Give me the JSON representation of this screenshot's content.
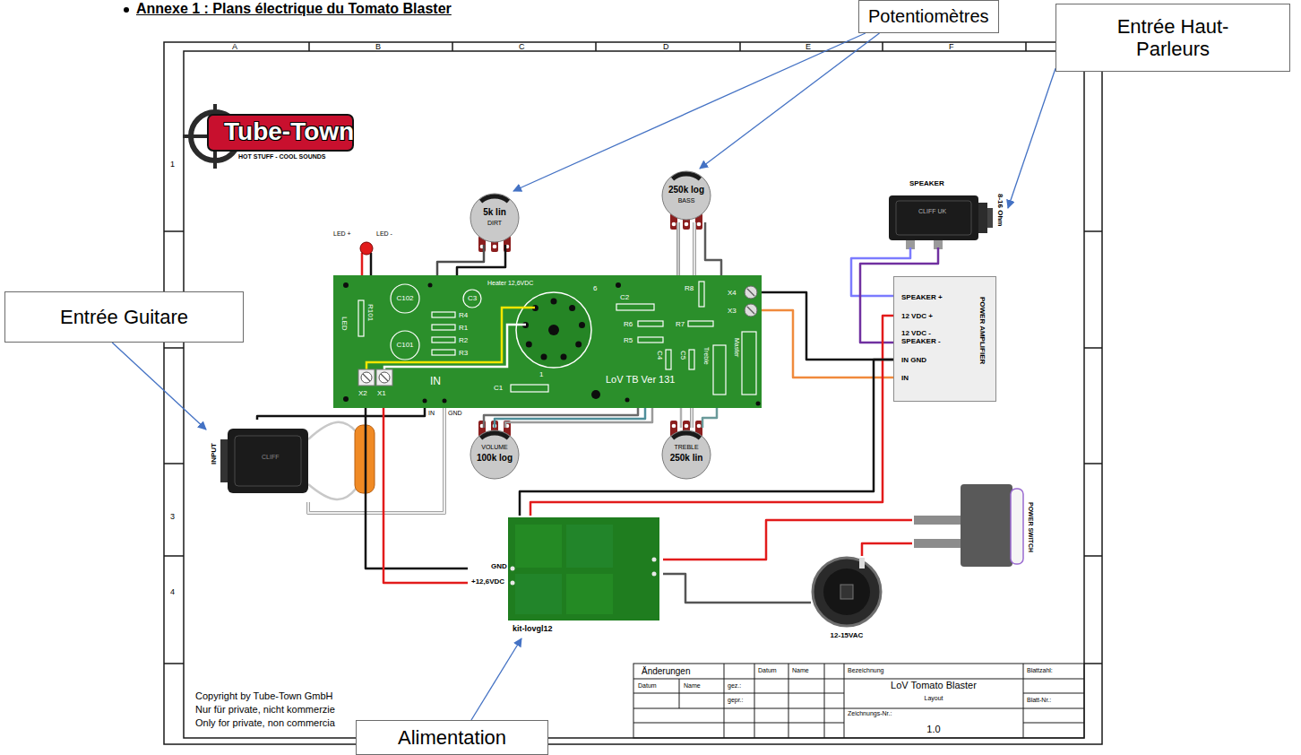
{
  "diagram": {
    "title": "Annexe 1 : Plans électrique du Tomato Blaster",
    "nodes": [
      {
        "text": [
          "Potentiomètres"
        ]
      },
      {
        "text": [
          "Entrée Haut-Parleurs"
        ]
      },
      {
        "text": [
          "5k lin",
          "DIRT"
        ]
      },
      {
        "text": [
          "250k log",
          "BASS"
        ]
      },
      {
        "text": [
          "SPEAKER",
          "CLIFF UK",
          "8-16 Ohm"
        ]
      },
      {
        "text": [
          "C102",
          "R101",
          "LED",
          "C101",
          "C3",
          "Heater 12,6VDC",
          "6",
          "R4",
          "R1",
          "R2",
          "R3",
          "1",
          "C1",
          "C2",
          "R8",
          "R6",
          "R5",
          "R7",
          "C4",
          "C5",
          "Treble",
          "Master",
          "LoV TB Ver 131",
          "X2",
          "X1",
          "IN",
          "X4",
          "X3"
        ]
      },
      {
        "text": [
          "SPEAKER +",
          "12 VDC +",
          "12 VDC - SPEAKER -",
          "IN GND",
          "IN",
          "POWER AMPLIFIER"
        ]
      },
      {
        "text": [
          "Entrée Guitare"
        ]
      },
      {
        "text": [
          "INPUT",
          "CLIFF"
        ]
      },
      {
        "text": [
          "VOLUME",
          "100k log"
        ]
      },
      {
        "text": [
          "TREBLE",
          "250k lin"
        ]
      },
      {
        "text": [
          "POWER SWITCH"
        ]
      },
      {
        "text": [
          "GND",
          "+12,6VDC",
          "kit-lovgl12"
        ]
      },
      {
        "text": [
          "12-15VAC"
        ]
      },
      {
        "text": [
          "Alimentation"
        ]
      }
    ],
    "edges": [
      {
        "from": 0,
        "to": 2,
        "arrow": "to"
      },
      {
        "from": 0,
        "to": 3,
        "arrow": "to"
      },
      {
        "from": 1,
        "to": 4,
        "arrow": "to"
      },
      {
        "from": 7,
        "to": 8,
        "arrow": "to"
      },
      {
        "from": 14,
        "to": 12,
        "arrow": "to"
      },
      {
        "from": 2,
        "to": 5,
        "arrow": "none"
      },
      {
        "from": 2,
        "to": 5,
        "arrow": "none"
      },
      {
        "from": 3,
        "to": 5,
        "arrow": "none"
      },
      {
        "from": 3,
        "to": 5,
        "arrow": "none"
      },
      {
        "from": 3,
        "to": 5,
        "arrow": "none"
      },
      {
        "from": 9,
        "to": 5,
        "arrow": "none"
      },
      {
        "from": 9,
        "to": 5,
        "arrow": "none"
      },
      {
        "from": 9,
        "to": 5,
        "arrow": "none"
      },
      {
        "from": 10,
        "to": 5,
        "arrow": "none"
      },
      {
        "from": 10,
        "to": 5,
        "arrow": "none"
      },
      {
        "from": 10,
        "to": 5,
        "arrow": "none"
      },
      {
        "from": 4,
        "to": 6,
        "arrow": "none"
      },
      {
        "from": 4,
        "to": 6,
        "arrow": "none"
      },
      {
        "from": 5,
        "to": 6,
        "arrow": "none"
      },
      {
        "from": 5,
        "to": 6,
        "arrow": "none"
      },
      {
        "from": 8,
        "to": 5,
        "arrow": "none"
      },
      {
        "from": 8,
        "to": 5,
        "arrow": "none"
      },
      {
        "from": 12,
        "to": 5,
        "arrow": "none"
      },
      {
        "from": 12,
        "to": 5,
        "arrow": "none"
      },
      {
        "from": 12,
        "to": 6,
        "arrow": "none"
      },
      {
        "from": 12,
        "to": 6,
        "arrow": "none"
      },
      {
        "from": 12,
        "to": 11,
        "arrow": "none"
      },
      {
        "from": 12,
        "to": 13,
        "arrow": "none"
      },
      {
        "from": 11,
        "to": 13,
        "arrow": "none"
      }
    ],
    "labels": [
      "Tube-Town",
      "HOT STUFF - COOL SOUNDS",
      "A",
      "B",
      "C",
      "D",
      "E",
      "F",
      "1",
      "3",
      "4",
      "LED +",
      "LED -",
      "IN",
      "GND",
      "Copyright by Tube-Town GmbH",
      "Nur für private, nicht kommerzie",
      "Only for private, non commercia",
      "Änderungen",
      "Datum",
      "Name",
      "Bezeichnung",
      "Blattzahl:",
      "Datum",
      "Name",
      "gez.:",
      "gepr.:",
      "LoV Tomato Blaster",
      "Layout",
      "Blatt-Nr.:",
      "Zeichnungs-Nr.:",
      "1.0"
    ]
  }
}
